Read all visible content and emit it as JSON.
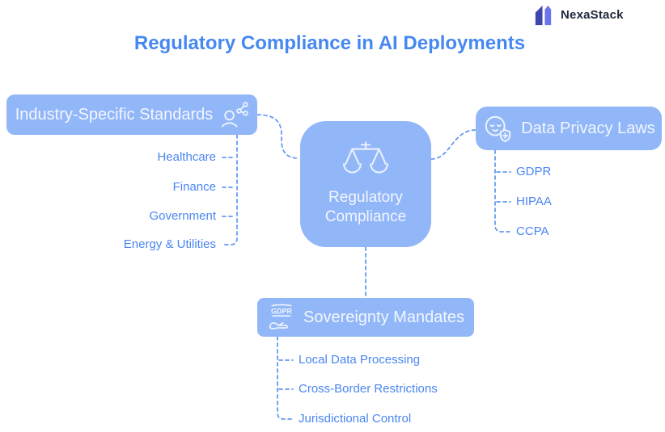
{
  "logo": {
    "brand": "NexaStack",
    "mark_icon": "nexastack-mark",
    "mark_color_dark": "#3e46ae",
    "mark_color_light": "#6b74e9",
    "text_color": "#23283d"
  },
  "title": {
    "text": "Regulatory Compliance in AI Deployments",
    "color": "#4688f1"
  },
  "center_node": {
    "line1": "Regulatory",
    "line2": "Compliance",
    "icon": "balance-scale-icon",
    "fill": "#92b7f8",
    "text_color": "#f2f6ff"
  },
  "branches": {
    "industry": {
      "label": "Industry-Specific Standards",
      "icon": "person-network-icon",
      "items": [
        "Healthcare",
        "Finance",
        "Government",
        "Energy & Utilities"
      ]
    },
    "privacy": {
      "label": "Data Privacy Laws",
      "icon": "face-shield-icon",
      "items": [
        "GDPR",
        "HIPAA",
        "CCPA"
      ]
    },
    "sovereignty": {
      "label": "Sovereignty Mandates",
      "icon": "gdpr-document-hand-icon",
      "icon_text": "GDPR",
      "items": [
        "Local Data Processing",
        "Cross-Border Restrictions",
        "Jurisdictional Control"
      ]
    }
  },
  "connector_color": "#659af3"
}
